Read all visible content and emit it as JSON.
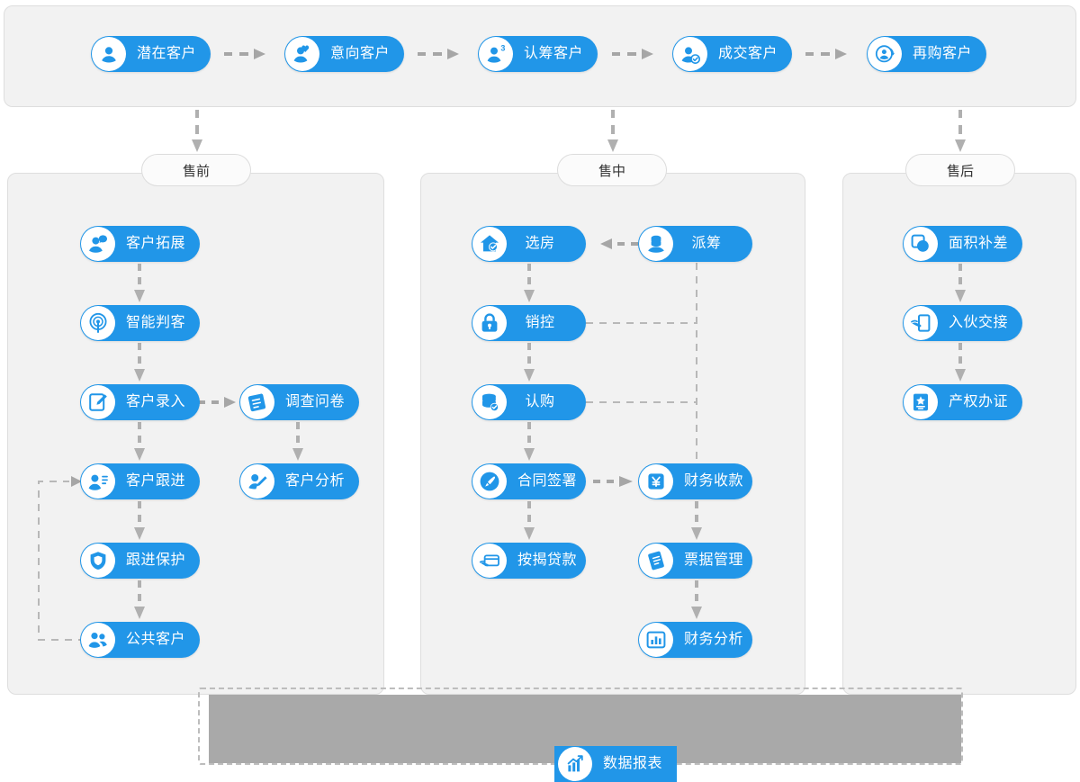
{
  "diagram": {
    "type": "flowchart",
    "accent_color": "#2196e8",
    "panel_bg": "#f2f2f2",
    "panel_border": "#dedede",
    "connector_color": "#b0b0b0"
  },
  "stages": {
    "items": [
      {
        "label": "潜在客户",
        "icon": "user-icon"
      },
      {
        "label": "意向客户",
        "icon": "user-heart-icon"
      },
      {
        "label": "认筹客户",
        "icon": "user-number-icon"
      },
      {
        "label": "成交客户",
        "icon": "user-check-icon"
      },
      {
        "label": "再购客户",
        "icon": "user-refresh-icon"
      }
    ]
  },
  "sections": {
    "pre_sale": {
      "title": "售前"
    },
    "in_sale": {
      "title": "售中"
    },
    "after_sale": {
      "title": "售后"
    }
  },
  "pre_sale_nodes": [
    {
      "label": "客户拓展",
      "icon": "user-expand-icon"
    },
    {
      "label": "智能判客",
      "icon": "radar-icon"
    },
    {
      "label": "客户录入",
      "icon": "edit-form-icon"
    },
    {
      "label": "调查问卷",
      "icon": "questionnaire-icon"
    },
    {
      "label": "客户跟进",
      "icon": "user-list-icon"
    },
    {
      "label": "客户分析",
      "icon": "user-analyze-icon"
    },
    {
      "label": "跟进保护",
      "icon": "shield-icon"
    },
    {
      "label": "公共客户",
      "icon": "users-group-icon"
    }
  ],
  "in_sale_nodes": [
    {
      "label": "选房",
      "icon": "home-check-icon"
    },
    {
      "label": "派筹",
      "icon": "coins-icon"
    },
    {
      "label": "销控",
      "icon": "lock-icon"
    },
    {
      "label": "认购",
      "icon": "database-check-icon"
    },
    {
      "label": "合同签署",
      "icon": "pen-sign-icon"
    },
    {
      "label": "财务收款",
      "icon": "yuan-icon"
    },
    {
      "label": "按揭贷款",
      "icon": "card-hand-icon"
    },
    {
      "label": "票据管理",
      "icon": "documents-icon"
    },
    {
      "label": "财务分析",
      "icon": "bar-chart-icon"
    }
  ],
  "after_sale_nodes": [
    {
      "label": "面积补差",
      "icon": "area-diff-icon"
    },
    {
      "label": "入伙交接",
      "icon": "handover-icon"
    },
    {
      "label": "产权办证",
      "icon": "certificate-icon"
    }
  ],
  "report": {
    "label": "数据报表",
    "icon": "growth-chart-icon"
  }
}
